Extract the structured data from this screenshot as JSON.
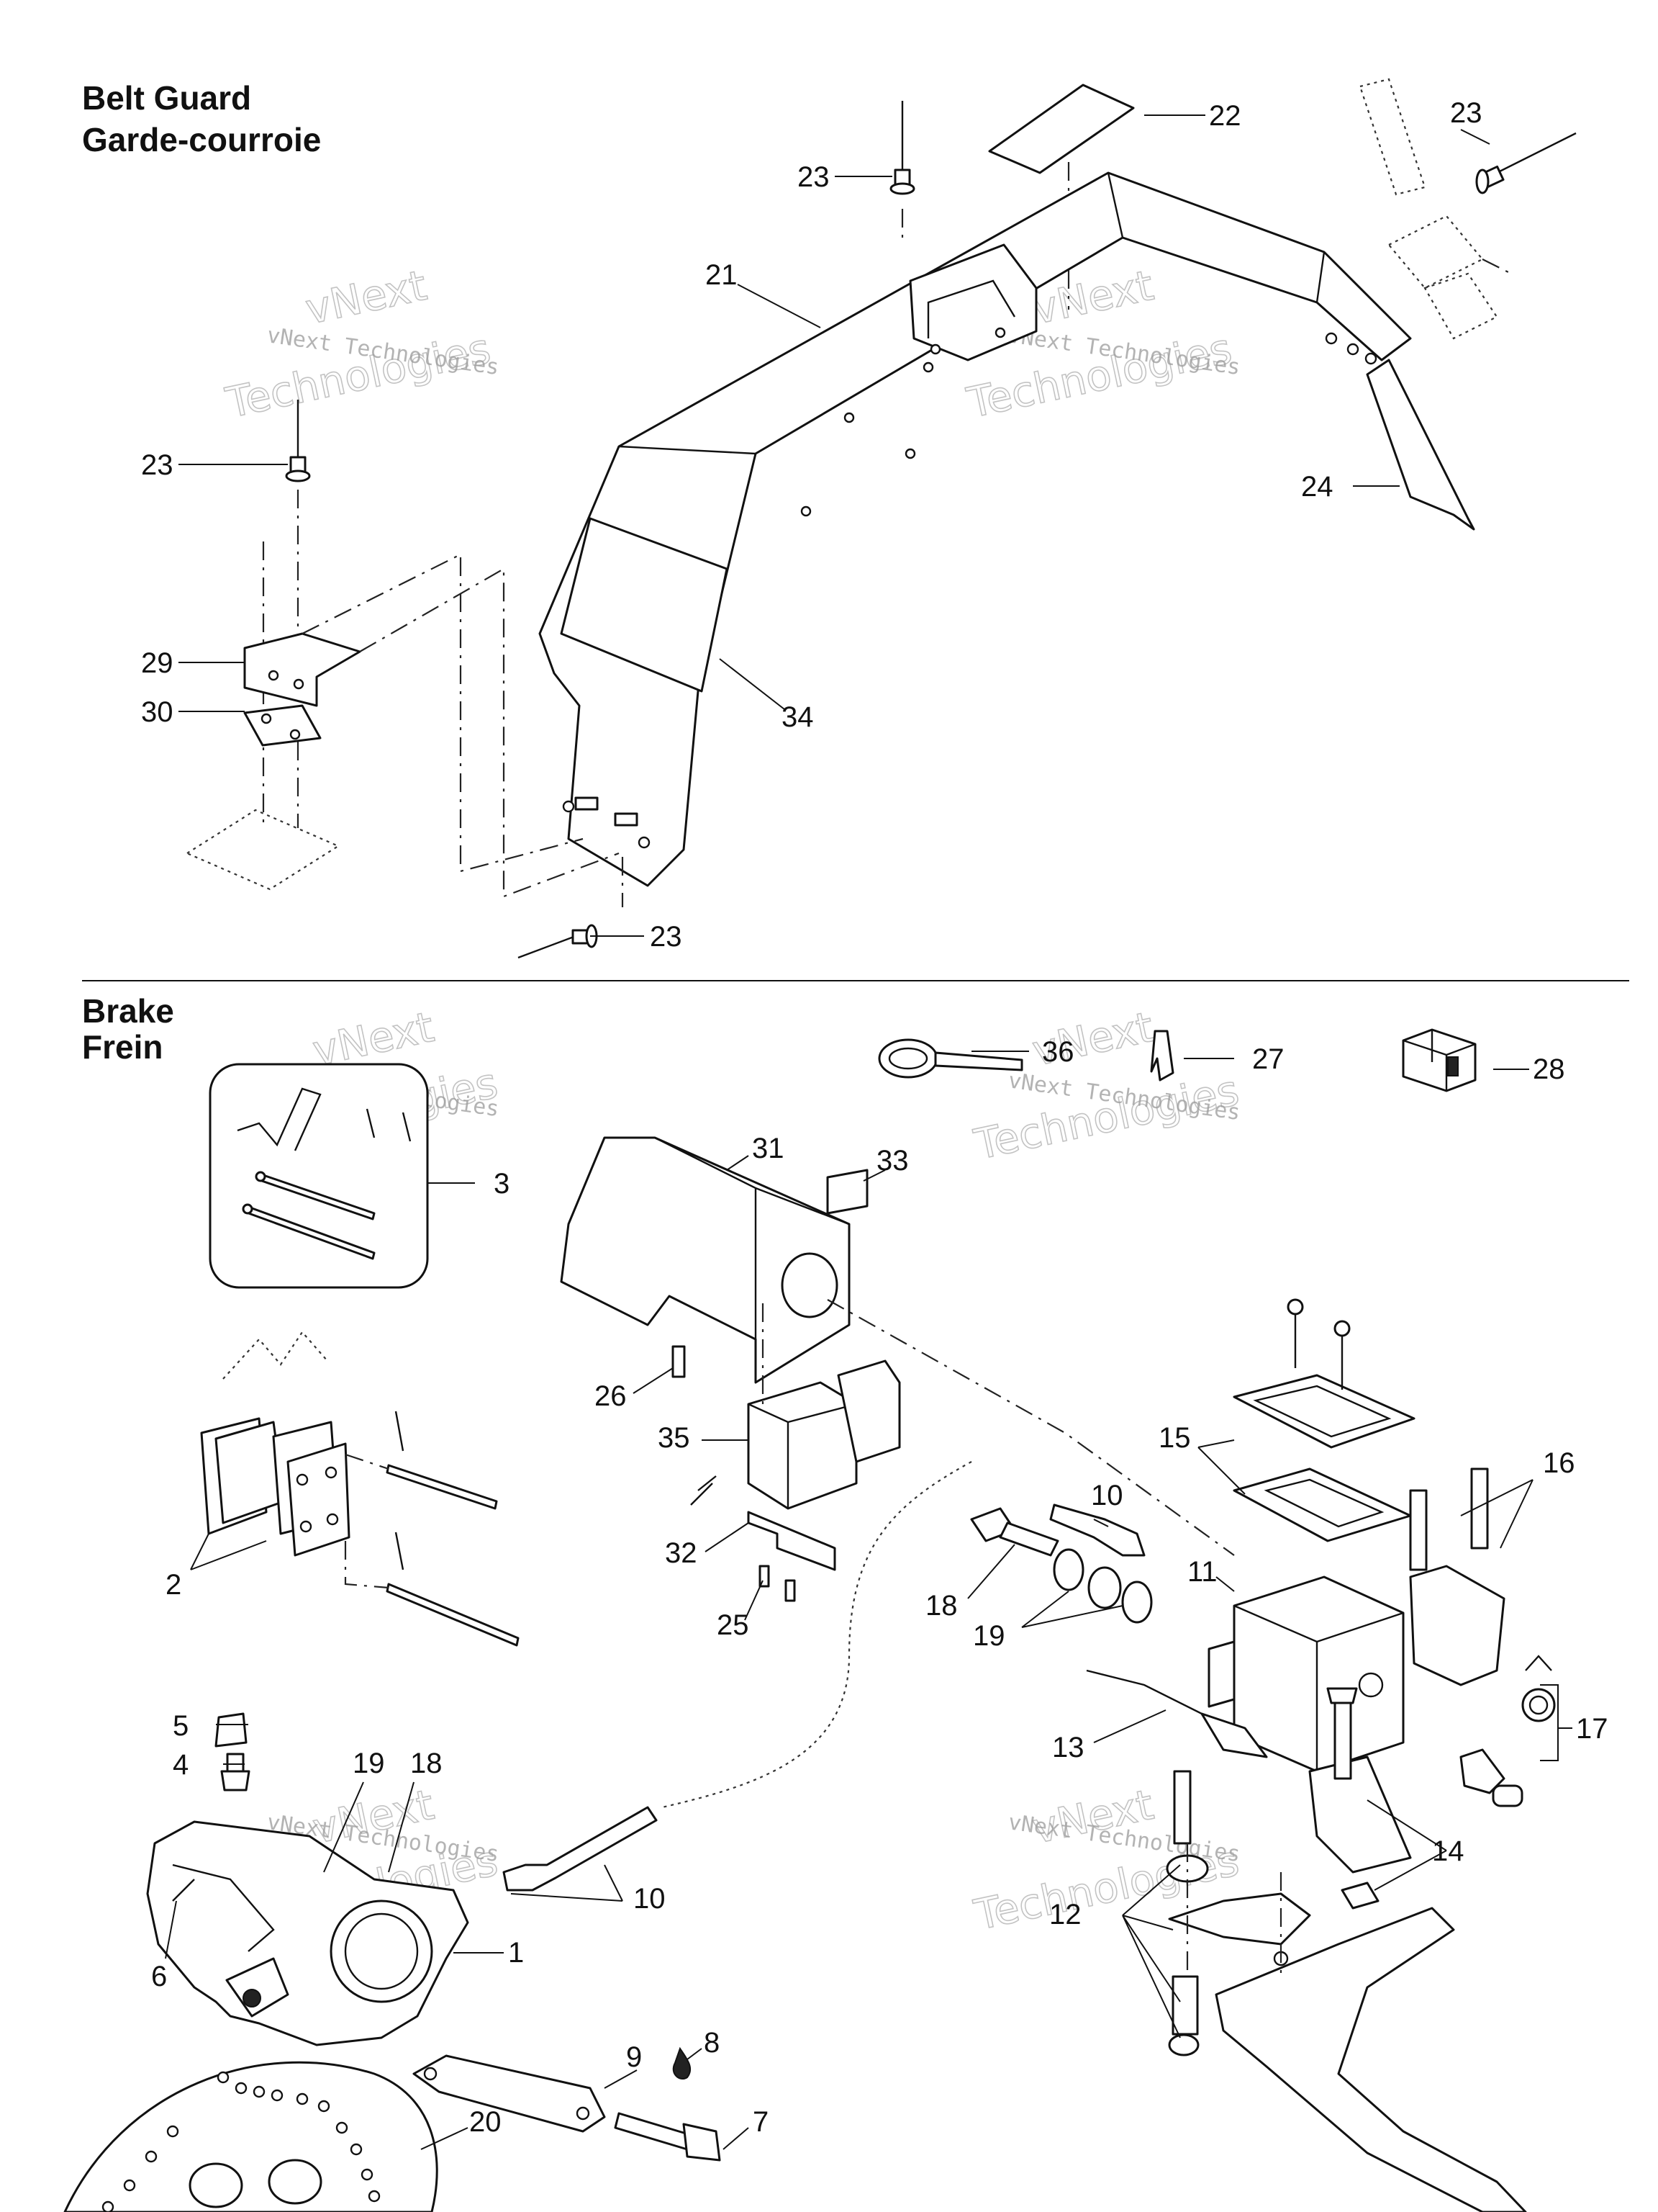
{
  "sections": {
    "belt_guard": {
      "title_en": "Belt Guard",
      "title_fr": "Garde-courroie"
    },
    "brake": {
      "title_en": "Brake",
      "title_fr": "Frein"
    }
  },
  "watermark": {
    "small": "vNext Technologies",
    "big_top": "vNext",
    "big_bottom": "Technologies"
  },
  "callouts": {
    "belt_guard": [
      "22",
      "23",
      "23",
      "21",
      "23",
      "24",
      "29",
      "30",
      "34",
      "23"
    ],
    "brake": [
      "36",
      "27",
      "28",
      "3",
      "31",
      "33",
      "26",
      "35",
      "32",
      "25",
      "2",
      "15",
      "16",
      "10",
      "18",
      "11",
      "19",
      "13",
      "17",
      "5",
      "4",
      "19",
      "18",
      "14",
      "10",
      "12",
      "1",
      "6",
      "9",
      "8",
      "20",
      "7"
    ]
  }
}
